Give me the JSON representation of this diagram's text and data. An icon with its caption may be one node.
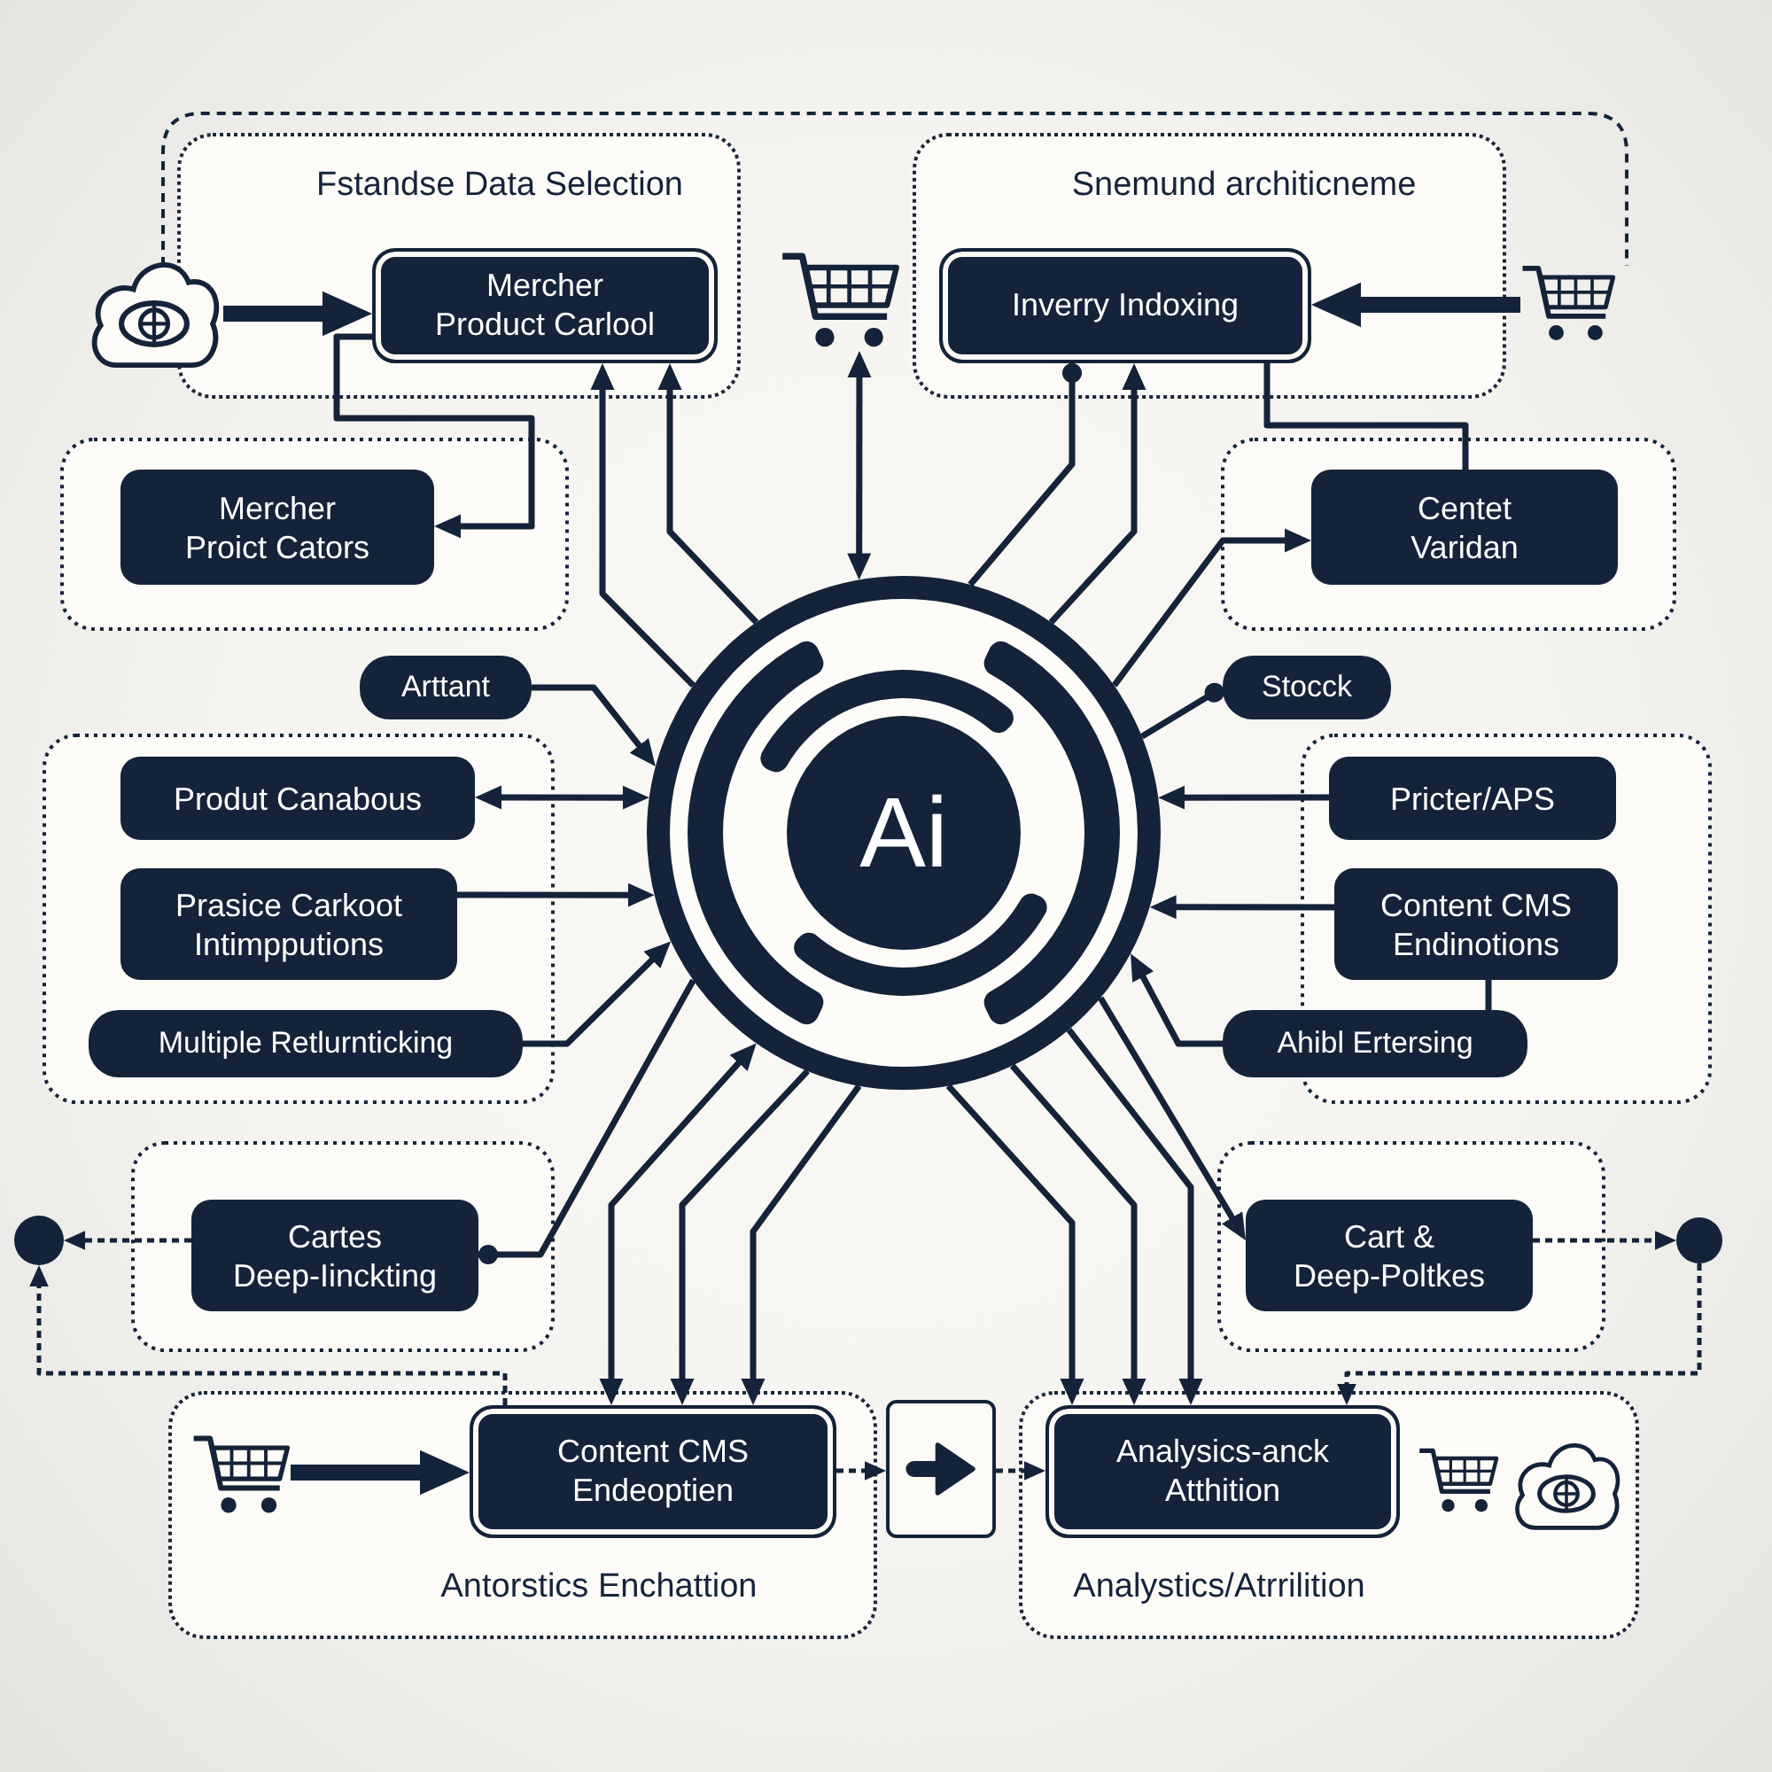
{
  "diagram": {
    "nodes": [
      {
        "text": [
          "Fstandse Data Selection"
        ]
      },
      {
        "text": [
          "Mercher Product Carlool"
        ],
        "in": 0
      },
      {
        "text": [
          "Snemund architicneme"
        ]
      },
      {
        "text": [
          "Inverry Indoxing"
        ],
        "in": 2
      },
      {
        "text": [],
        "shape": "cloud"
      },
      {
        "text": [],
        "shape": "picture"
      },
      {
        "text": [],
        "shape": "picture"
      },
      {
        "text": [
          "Mercher Proict Cators"
        ]
      },
      {
        "text": [
          "Centet Varidan"
        ]
      },
      {
        "text": [
          "Arttant"
        ]
      },
      {
        "text": [
          "Stocck"
        ]
      },
      {
        "text": [
          "Ai"
        ]
      },
      {
        "text": [
          "Produt Canabous"
        ]
      },
      {
        "text": [
          "Prasice Carkoot Intimpputions"
        ]
      },
      {
        "text": [
          "Multiple Retlurnticking"
        ]
      },
      {
        "text": [
          "Pricter/APS"
        ]
      },
      {
        "text": [
          "Content CMS Endinotions"
        ]
      },
      {
        "text": [
          "Ahibl Ertersing"
        ]
      },
      {
        "text": [],
        "shape": "circle"
      },
      {
        "text": [
          "Cartes Deep-Iinckting"
        ]
      },
      {
        "text": [
          "Cart & Deep-Poltkes"
        ]
      },
      {
        "text": [],
        "shape": "circle"
      },
      {
        "text": [
          "Antorstics Enchattion"
        ]
      },
      {
        "text": [],
        "shape": "picture",
        "in": 22
      },
      {
        "text": [
          "Content CMS Endeoptien"
        ],
        "in": 22
      },
      {
        "text": [],
        "shape": "box"
      },
      {
        "text": [
          "Analystics/Atrrilition"
        ]
      },
      {
        "text": [
          "Analysics-anck Atthition"
        ],
        "in": 26
      }
    ],
    "edges": [
      {
        "from": 4,
        "to": 1,
        "arrow": "to",
        "style": "thick"
      },
      {
        "from": 6,
        "to": 3,
        "arrow": "to",
        "style": "thick"
      },
      {
        "from": 11,
        "to": 1,
        "arrow": "to"
      },
      {
        "from": 11,
        "to": 1,
        "arrow": "to"
      },
      {
        "from": 11,
        "to": 5,
        "arrow": "both"
      },
      {
        "from": 11,
        "to": 3,
        "arrow": "to"
      },
      {
        "from": 11,
        "to": 3,
        "arrow": "other"
      },
      {
        "from": 1,
        "to": 7,
        "arrow": "to"
      },
      {
        "from": 8,
        "to": 3,
        "arrow": "none"
      },
      {
        "from": 11,
        "to": 8,
        "arrow": "to"
      },
      {
        "from": 9,
        "to": 11,
        "arrow": "to"
      },
      {
        "from": 11,
        "to": 10,
        "arrow": "other"
      },
      {
        "from": 12,
        "to": 11,
        "arrow": "both"
      },
      {
        "from": 13,
        "to": 11,
        "arrow": "to"
      },
      {
        "from": 14,
        "to": 11,
        "arrow": "to"
      },
      {
        "from": 15,
        "to": 11,
        "arrow": "to"
      },
      {
        "from": 16,
        "to": 11,
        "arrow": "to"
      },
      {
        "from": 17,
        "to": 11,
        "arrow": "to"
      },
      {
        "from": 16,
        "to": 17,
        "arrow": "none"
      },
      {
        "from": 11,
        "to": 19,
        "arrow": "other"
      },
      {
        "from": 19,
        "to": 18,
        "arrow": "to",
        "style": "dashed"
      },
      {
        "from": 24,
        "to": 18,
        "arrow": "to",
        "style": "dashed"
      },
      {
        "from": 11,
        "to": 24,
        "arrow": "both"
      },
      {
        "from": 11,
        "to": 24,
        "arrow": "to"
      },
      {
        "from": 11,
        "to": 24,
        "arrow": "to"
      },
      {
        "from": 23,
        "to": 24,
        "arrow": "to",
        "style": "thick"
      },
      {
        "from": 24,
        "to": 25,
        "arrow": "to",
        "style": "dashed"
      },
      {
        "from": 25,
        "to": 27,
        "arrow": "to",
        "style": "dashed"
      },
      {
        "from": 11,
        "to": 27,
        "arrow": "to"
      },
      {
        "from": 11,
        "to": 27,
        "arrow": "to"
      },
      {
        "from": 11,
        "to": 27,
        "arrow": "to"
      },
      {
        "from": 11,
        "to": 20,
        "arrow": "to"
      },
      {
        "from": 20,
        "to": 21,
        "arrow": "to",
        "style": "dashed"
      },
      {
        "from": 21,
        "to": 27,
        "arrow": "to",
        "style": "dashed"
      }
    ]
  }
}
